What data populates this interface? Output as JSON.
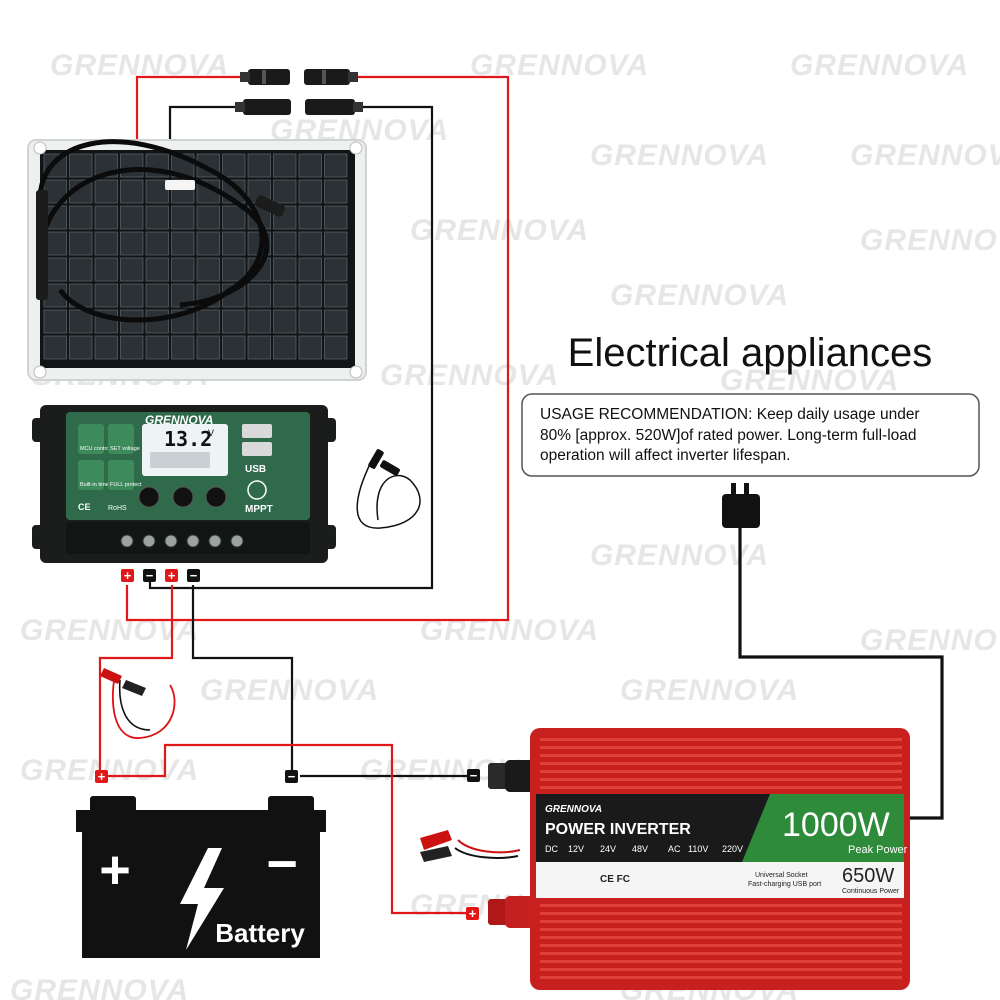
{
  "brand": "GRENNOVA",
  "watermark": {
    "text": "GRENNOVA"
  },
  "title": "Electrical appliances",
  "usage_note": {
    "line1": "USAGE RECOMMENDATION: Keep daily usage under",
    "line2": "80% [approx. 520W]of rated power. Long-term full-load",
    "line3": "operation will affect inverter lifespan."
  },
  "battery": {
    "label": "Battery",
    "plus": "+",
    "minus": "−"
  },
  "terminals": {
    "plus": "+",
    "minus": "−"
  },
  "controller": {
    "brand": "GRENNOVA",
    "lcd_value": "13.2",
    "lcd_unit": "V",
    "key_mcu": "MCU control",
    "key_set": "SET voltage",
    "key_timer": "Built-in timer",
    "key_protect": "FULL protect",
    "ce": "CE",
    "rohs": "RoHS",
    "usb": "USB",
    "mppt": "MPPT"
  },
  "inverter": {
    "brand": "GRENNOVA",
    "name": "POWER INVERTER",
    "dc_label": "DC",
    "dc_options": [
      "12V",
      "24V",
      "48V"
    ],
    "ac_label": "AC",
    "ac_options": [
      "110V",
      "220V"
    ],
    "peak_value": "1000W",
    "peak_label": "Peak Power",
    "continuous_value": "650W",
    "continuous_label": "Continuous Power",
    "socket_line1": "Universal Socket",
    "socket_line2": "Fast-charging USB port",
    "certs": "CE FC"
  },
  "colors": {
    "red_wire": "#e01818",
    "inverter_red": "#c8201e",
    "inverter_green": "#2e8b3a",
    "controller_dark": "#1f2a25",
    "controller_green": "#2f6b4a",
    "battery_black": "#111111"
  }
}
